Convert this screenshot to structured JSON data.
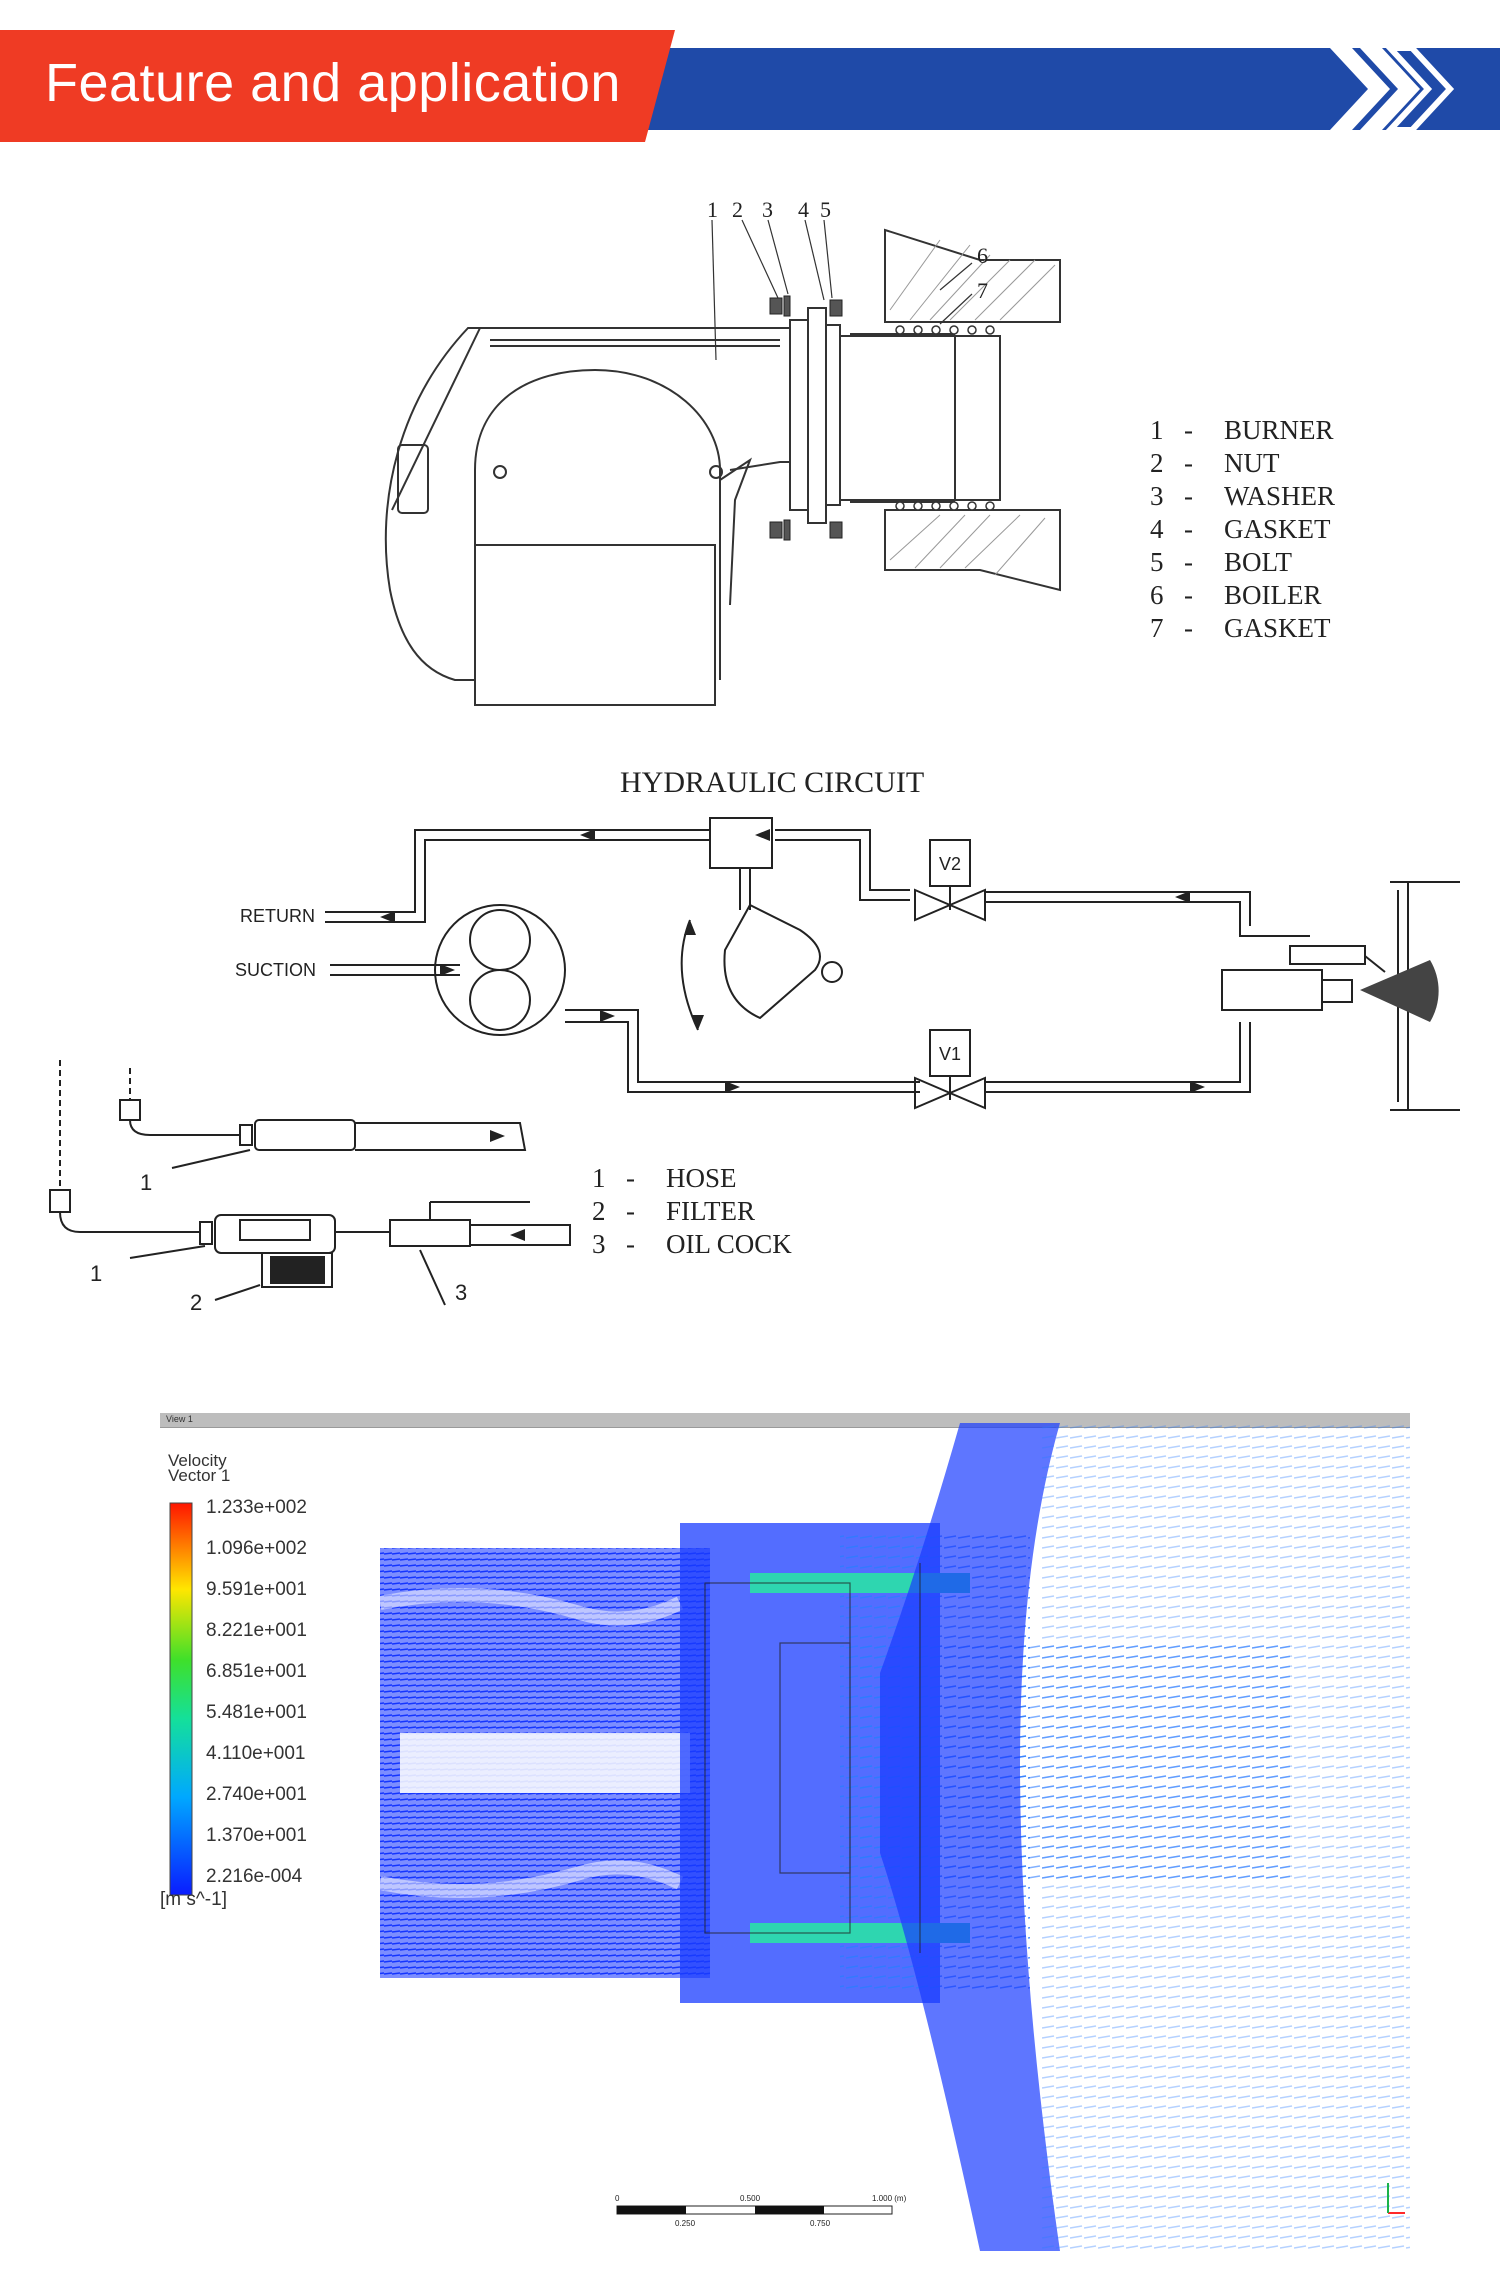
{
  "header": {
    "title": "Feature and application"
  },
  "burner_diagram": {
    "callouts": [
      "1",
      "2",
      "3",
      "4",
      "5",
      "6",
      "7"
    ],
    "legend": [
      {
        "num": "1",
        "dash": "-",
        "label": "BURNER"
      },
      {
        "num": "2",
        "dash": "-",
        "label": "NUT"
      },
      {
        "num": "3",
        "dash": "-",
        "label": "WASHER"
      },
      {
        "num": "4",
        "dash": "-",
        "label": "GASKET"
      },
      {
        "num": "5",
        "dash": "-",
        "label": "BOLT"
      },
      {
        "num": "6",
        "dash": "-",
        "label": "BOILER"
      },
      {
        "num": "7",
        "dash": "-",
        "label": "GASKET"
      }
    ]
  },
  "hydraulic": {
    "title": "HYDRAULIC CIRCUIT",
    "return_label": "RETURN",
    "suction_label": "SUCTION",
    "valve_top": "V2",
    "valve_bottom": "V1"
  },
  "supply": {
    "callouts": {
      "hose_top": "1",
      "hose_bottom": "1",
      "filter": "2",
      "oil_cock": "3"
    },
    "legend": [
      {
        "num": "1",
        "dash": "-",
        "label": "HOSE"
      },
      {
        "num": "2",
        "dash": "-",
        "label": "FILTER"
      },
      {
        "num": "3",
        "dash": "-",
        "label": "OIL COCK"
      }
    ]
  },
  "cfd": {
    "window_tab": "View 1",
    "title": "Velocity",
    "subtitle": "Vector 1",
    "scale_values": [
      "1.233e+002",
      "1.096e+002",
      "9.591e+001",
      "8.221e+001",
      "6.851e+001",
      "5.481e+001",
      "4.110e+001",
      "2.740e+001",
      "1.370e+001",
      "2.216e-004"
    ],
    "units": "[m s^-1]",
    "scalebar": {
      "top_labels": [
        "0",
        "0.500",
        "1.000 (m)"
      ],
      "bottom_labels": [
        "0.250",
        "0.750"
      ]
    },
    "colors": {
      "low": "#0a2cff",
      "mid": "#2ed6b0",
      "high": "#ff1a00"
    }
  }
}
